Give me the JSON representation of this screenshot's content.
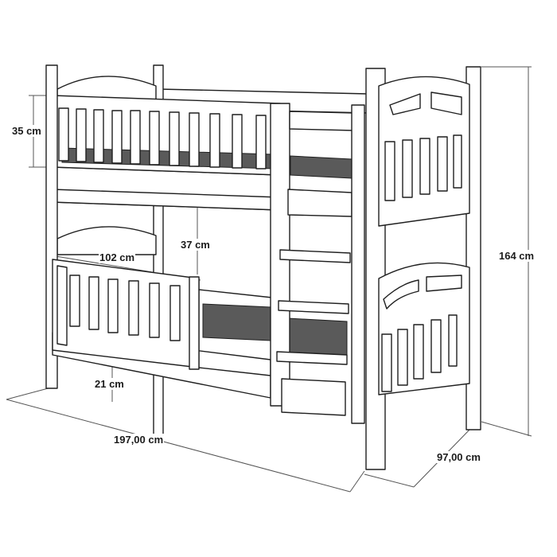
{
  "dimensions": {
    "rail_height_top": "35 cm",
    "clearance_between_beds": "37 cm",
    "rail_length_lower": "102 cm",
    "lower_floor_clearance": "21 cm",
    "total_length": "197,00 cm",
    "total_width": "97,00 cm",
    "total_height": "164 cm"
  }
}
